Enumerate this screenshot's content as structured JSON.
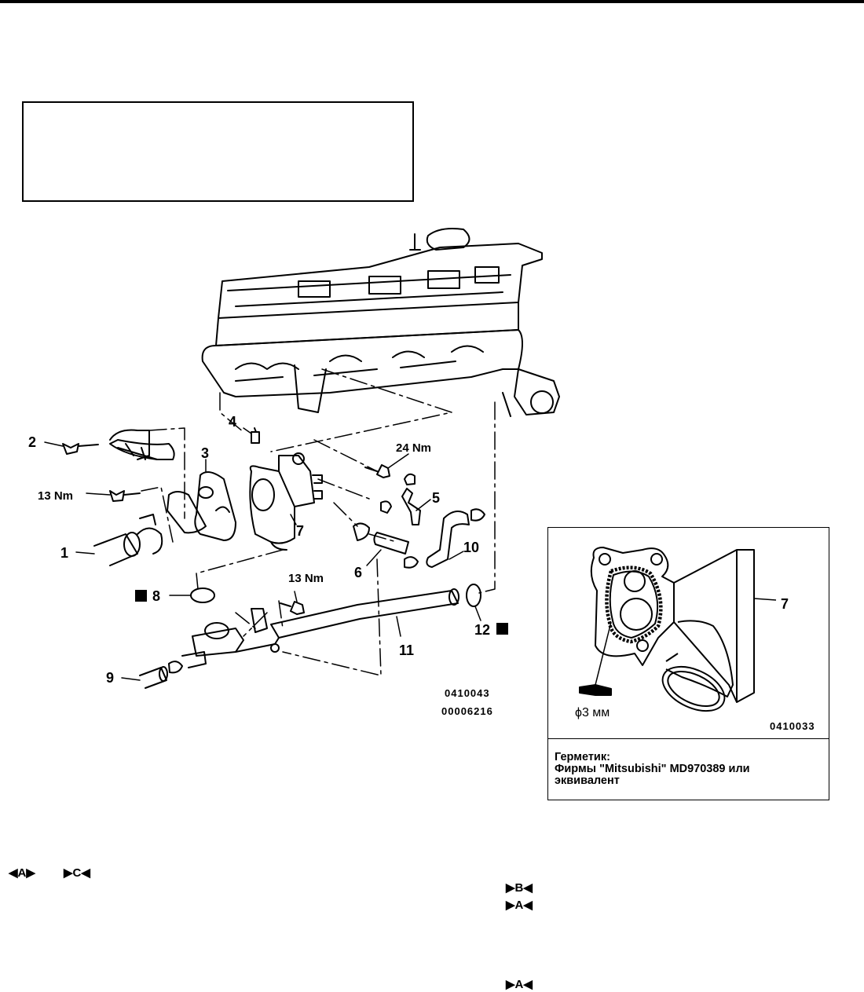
{
  "labels": {
    "p1": "1",
    "p2": "2",
    "p3": "3",
    "p4": "4",
    "p5": "5",
    "p6": "6",
    "p7": "7",
    "p8": "8",
    "p9": "9",
    "p10": "10",
    "p11": "11",
    "p12": "12",
    "new_part_badge": "N",
    "torque_24": "24 Nm",
    "torque_13_a": "13 Nm",
    "torque_13_b": "13 Nm"
  },
  "codes": {
    "main_fig": "0410043",
    "doc_id": "00006216",
    "inset_fig": "0410033",
    "inset_part": "7",
    "bead_size": "ϕ3 мм"
  },
  "sealant_note": {
    "line1": "Герметик:",
    "line2": "Фирмы \"Mitsubishi\" MD970389 или",
    "line3": "эквивалент"
  },
  "markers": {
    "left_a": "◀A▶",
    "left_c": "▶C◀",
    "right_b": "▶B◀",
    "right_a1": "▶A◀",
    "right_a2": "▶A◀"
  }
}
